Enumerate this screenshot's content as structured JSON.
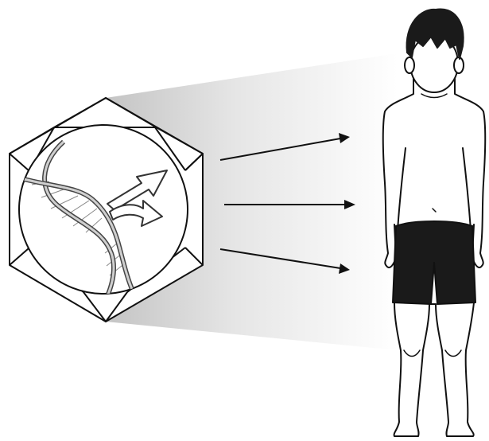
{
  "diagram": {
    "hexagon": {
      "icon": "virus-capsid-hexagon-icon",
      "contents": "dna-double-helix"
    },
    "arrows": {
      "count": 3,
      "direction": "right"
    },
    "figure": {
      "icon": "child-figure-icon",
      "clothing": "shorts"
    }
  },
  "colors": {
    "stroke": "#111111",
    "fill": "#ffffff",
    "shorts": "#1a1a1a",
    "hair": "#1a1a1a",
    "beam_dark": "#c4c4c4",
    "beam_light": "#ffffff"
  }
}
